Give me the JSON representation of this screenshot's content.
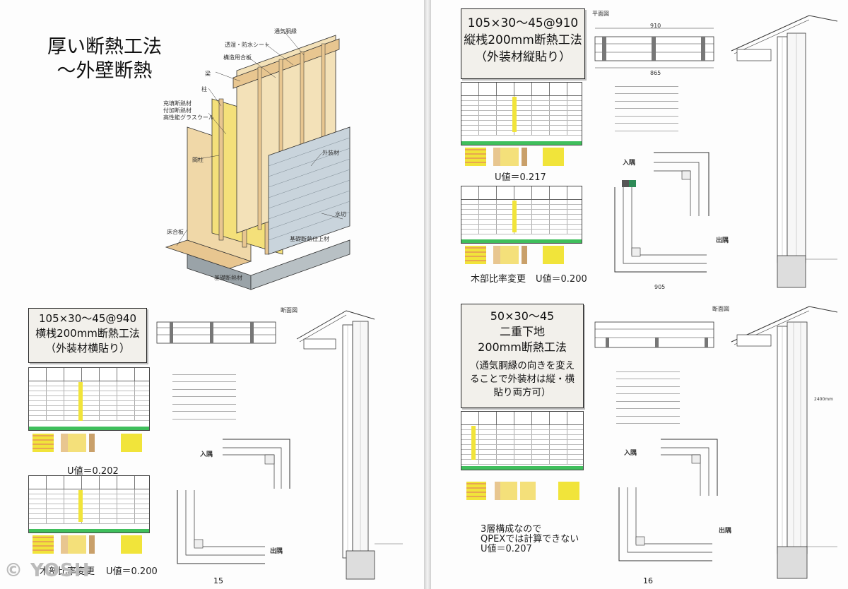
{
  "left_page": {
    "heading_line1": "厚い断熱工法",
    "heading_line2": "～外壁断熱",
    "diagram_labels": {
      "siding_vent": "通気胴縁",
      "sheet": "透湿・防水シート",
      "board": "構造用合板",
      "beam": "梁",
      "column": "柱",
      "insulation1": "充填断熱材",
      "insulation2": "付加断熱材",
      "insulation3": "高性能グラスウール",
      "stud": "間柱",
      "exterior": "外装材",
      "flashing": "水切",
      "floor": "床合板",
      "foundation_finish": "基礎断熱仕上材",
      "foundation_ins": "基礎断熱材"
    },
    "box": {
      "line1": "105×30～45@940",
      "line2": "横桟200mm断熱工法",
      "line3": "（外装材横貼り）"
    },
    "u_value_1": "U値＝0.202",
    "wood_ratio_label": "木部比率変更",
    "u_value_2": "U値＝0.200",
    "inner_corner": "入隅",
    "outer_corner": "出隅",
    "section_label": "断面図",
    "page_number": "15"
  },
  "right_page": {
    "box1": {
      "line1": "105×30～45@910",
      "line2": "縦桟200mm断熱工法",
      "line3": "（外装材縦貼り）"
    },
    "u_value_1": "U値＝0.217",
    "wood_ratio_label": "木部比率変更",
    "u_value_2": "U値＝0.200",
    "plan_label": "平面図",
    "dim_top": "910",
    "dim_mid": "865",
    "dim_bottom": "905",
    "inner_corner_1": "入隅",
    "outer_corner_1": "出隅",
    "box2": {
      "line1": "50×30～45",
      "line2": "二重下地",
      "line3": "200mm断熱工法",
      "note1": "（通気胴縁の向きを変え",
      "note2": "ることで外装材は縦・横",
      "note3": "貼り両方可）"
    },
    "section_label": "断面図",
    "dim_section": "2400mm",
    "inner_corner_2": "入隅",
    "outer_corner_2": "出隅",
    "qpex_note1": "3層構成なので",
    "qpex_note2": "QPEXでは計算できない",
    "u_value_3": "U値＝0.207",
    "page_number": "16"
  },
  "watermark": "© YOSH",
  "colors": {
    "wood": "#e8c690",
    "insulation": "#f4e07a",
    "siding": "#c9d4dc",
    "table_yellow": "#f1e43a",
    "table_green": "#3fbf5c",
    "box_fill": "#f2f0eb"
  }
}
